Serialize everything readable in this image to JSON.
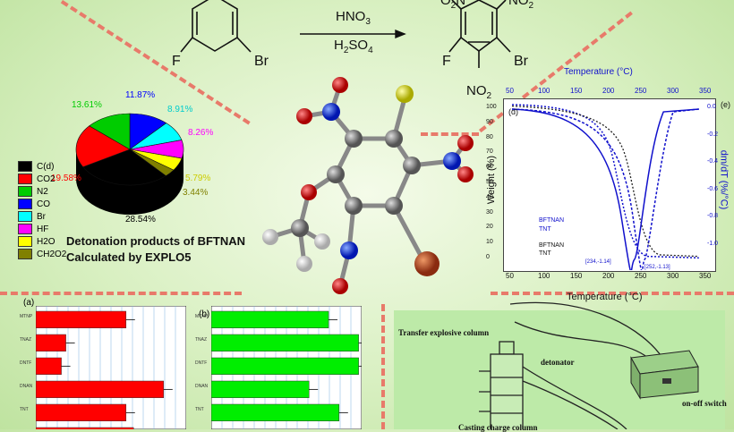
{
  "reaction": {
    "reagent_top": "HNO",
    "reagent_top_sub": "3",
    "reagent_bottom": "H",
    "reagent_bottom_sub1": "2",
    "reagent_bottom_mid": "SO",
    "reagent_bottom_sub2": "4",
    "reactant_f": "F",
    "reactant_br": "Br",
    "product_f": "F",
    "product_br": "Br",
    "product_o2n": "O",
    "product_o2n_sub": "2",
    "product_o2n_end": "N",
    "product_no2_right": "NO",
    "product_no2_right_sub": "2",
    "product_no2_bottom": "NO",
    "product_no2_bottom_sub": "2"
  },
  "pie": {
    "title_line1": "Detonation products of BFTNAN",
    "title_line2": "Calculated by EXPLO5",
    "labels": [
      "28.54%",
      "19.58%",
      "13.61%",
      "11.87%",
      "8.91%",
      "8.26%",
      "5.79%",
      "3.44%"
    ],
    "legend": [
      "C(d)",
      "CO2",
      "N2",
      "CO",
      "Br",
      "HF",
      "H2O",
      "CH2O2"
    ],
    "colors": [
      "#000000",
      "#ff0000",
      "#00cc00",
      "#0000ff",
      "#00ffff",
      "#ff00ff",
      "#ffff00",
      "#808000"
    ],
    "label_colors": [
      "#000000",
      "#ff0000",
      "#00cc00",
      "#0000ff",
      "#00cccc",
      "#ff00ff",
      "#cccc00",
      "#808000"
    ]
  },
  "tga": {
    "panel_d": "(d)",
    "panel_e": "(e)",
    "top_axis_label": "Temperature (°C)",
    "bottom_axis_label": "Temperature (°C)",
    "left_axis_label": "Weight (%)",
    "right_axis_label": "dm/dT (%/°C)",
    "x_ticks": [
      "50",
      "100",
      "150",
      "200",
      "250",
      "300",
      "350"
    ],
    "left_ticks": [
      "100",
      "90",
      "80",
      "70",
      "60",
      "50",
      "40",
      "30",
      "20",
      "10",
      "0"
    ],
    "right_ticks": [
      "0.0",
      "-0.2",
      "-0.4",
      "-0.6",
      "-0.8",
      "-1.0"
    ],
    "legend": [
      "BFTNAN",
      "TNT",
      "BFTNAN",
      "TNT"
    ],
    "annot1": "[234,-1.14]",
    "annot2": "[252,-1.13]"
  },
  "bars_a": {
    "panel": "(a)",
    "rows": [
      "MTNP",
      "TNAZ",
      "DNTF",
      "DNAN",
      "TNT"
    ],
    "values": [
      0.6,
      0.2,
      0.17,
      0.85,
      0.6,
      0.65
    ],
    "color": "#ff0000"
  },
  "bars_b": {
    "panel": "(b)",
    "rows": [
      "MTNP",
      "TNAZ",
      "DNTF",
      "DNAN",
      "TNT"
    ],
    "values": [
      0.78,
      0.98,
      0.98,
      0.65,
      0.85
    ],
    "color": "#00ee00"
  },
  "setup": {
    "label_column": "Transfer explosive column",
    "label_detonator": "detonator",
    "label_switch": "on-off switch",
    "label_charge": "Casting charge column"
  }
}
